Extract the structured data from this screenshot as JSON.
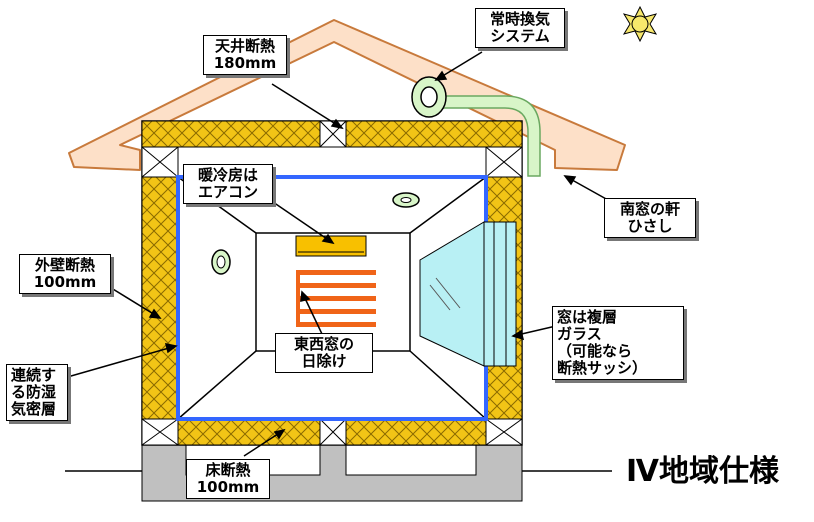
{
  "labels": {
    "ceiling_insulation": "天井断熱\n180mm",
    "ventilation": "常時換気\nシステム",
    "aircon": "暖冷房は\nエアコン",
    "wall_insulation": "外壁断熱\n100mm",
    "vapor_barrier": "連続す\nる防湿\n気密層",
    "shading": "東西窓の\n日除け",
    "eaves": "南窓の軒\nひさし",
    "window": "窓は複層\nガラス\n（可能なら\n断熱サッシ）",
    "floor_insulation": "床断熱\n100mm"
  },
  "spec_title": "Ⅳ地域仕様",
  "colors": {
    "roof_fill": "#fde0c8",
    "roof_stroke": "#c87a3c",
    "insulation": "#f2c416",
    "inner_frame": "#3366ff",
    "vent_duct": "#d8f5c8",
    "vent_stroke": "#6aa860",
    "window_glass": "#b8f0f4",
    "shade_slats": "#f06418",
    "aircon": "#f8c000",
    "sun": "#f7e86c",
    "foundation": "#c0c0c0"
  },
  "icons": [
    "sun-icon",
    "ventilation-fan-icon"
  ]
}
